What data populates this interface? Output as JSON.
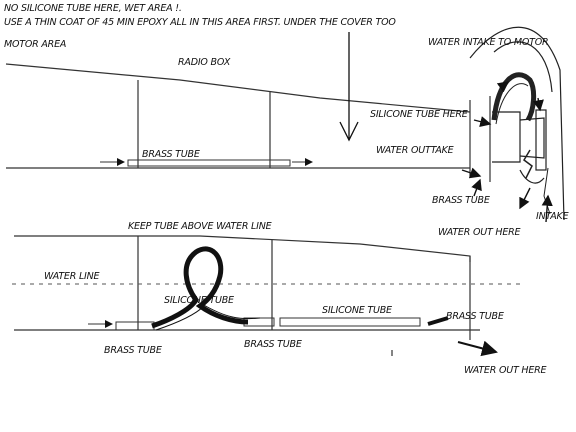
{
  "notes": {
    "line1": "NO SILICONE TUBE HERE, WET AREA !.",
    "line2": "USE A THIN COAT OF 45 MIN EPOXY ALL IN THIS AREA FIRST. UNDER THE COVER TOO"
  },
  "top_diagram": {
    "motor_area": "MOTOR AREA",
    "radio_box": "RADIO BOX",
    "water_intake_to_motor": "WATER INTAKE TO MOTOR",
    "silicone_tube_here": "SILICONE TUBE HERE",
    "brass_tube": "BRASS TUBE",
    "water_outtake": "WATER OUTTAKE",
    "brass_tube_2": "BRASS TUBE",
    "intake": "INTAKE",
    "water_out_here": "WATER OUT HERE"
  },
  "bottom_diagram": {
    "keep_tube": "KEEP TUBE ABOVE WATER LINE",
    "water_line": "WATER LINE",
    "silicone_tube_1": "SILICONE TUBE",
    "silicone_tube_2": "SILICONE TUBE",
    "brass_tube_left": "BRASS TUBE",
    "brass_tube_mid": "BRASS TUBE",
    "brass_tube_right": "BRASS TUBE",
    "water_out_here": "WATER OUT HERE"
  }
}
